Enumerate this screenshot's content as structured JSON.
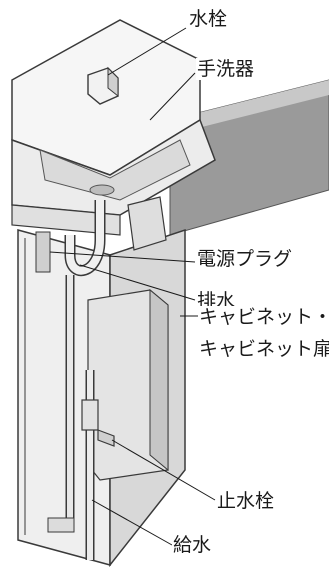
{
  "labels": {
    "faucet": "水栓",
    "hand_washer": "手洗器",
    "power_plug": "電源プラグ",
    "drain": "排水",
    "cabinet_line1": "キャビネット・",
    "cabinet_line2": "キャビネット扉",
    "stop_valve": "止水栓",
    "water_supply": "給水"
  },
  "colors": {
    "outline": "#3a3a3a",
    "body_light": "#f4f4f4",
    "body_mid": "#dcdcdc",
    "body_shadow": "#bdbdbd",
    "wall_dark": "#8c8c8c"
  }
}
